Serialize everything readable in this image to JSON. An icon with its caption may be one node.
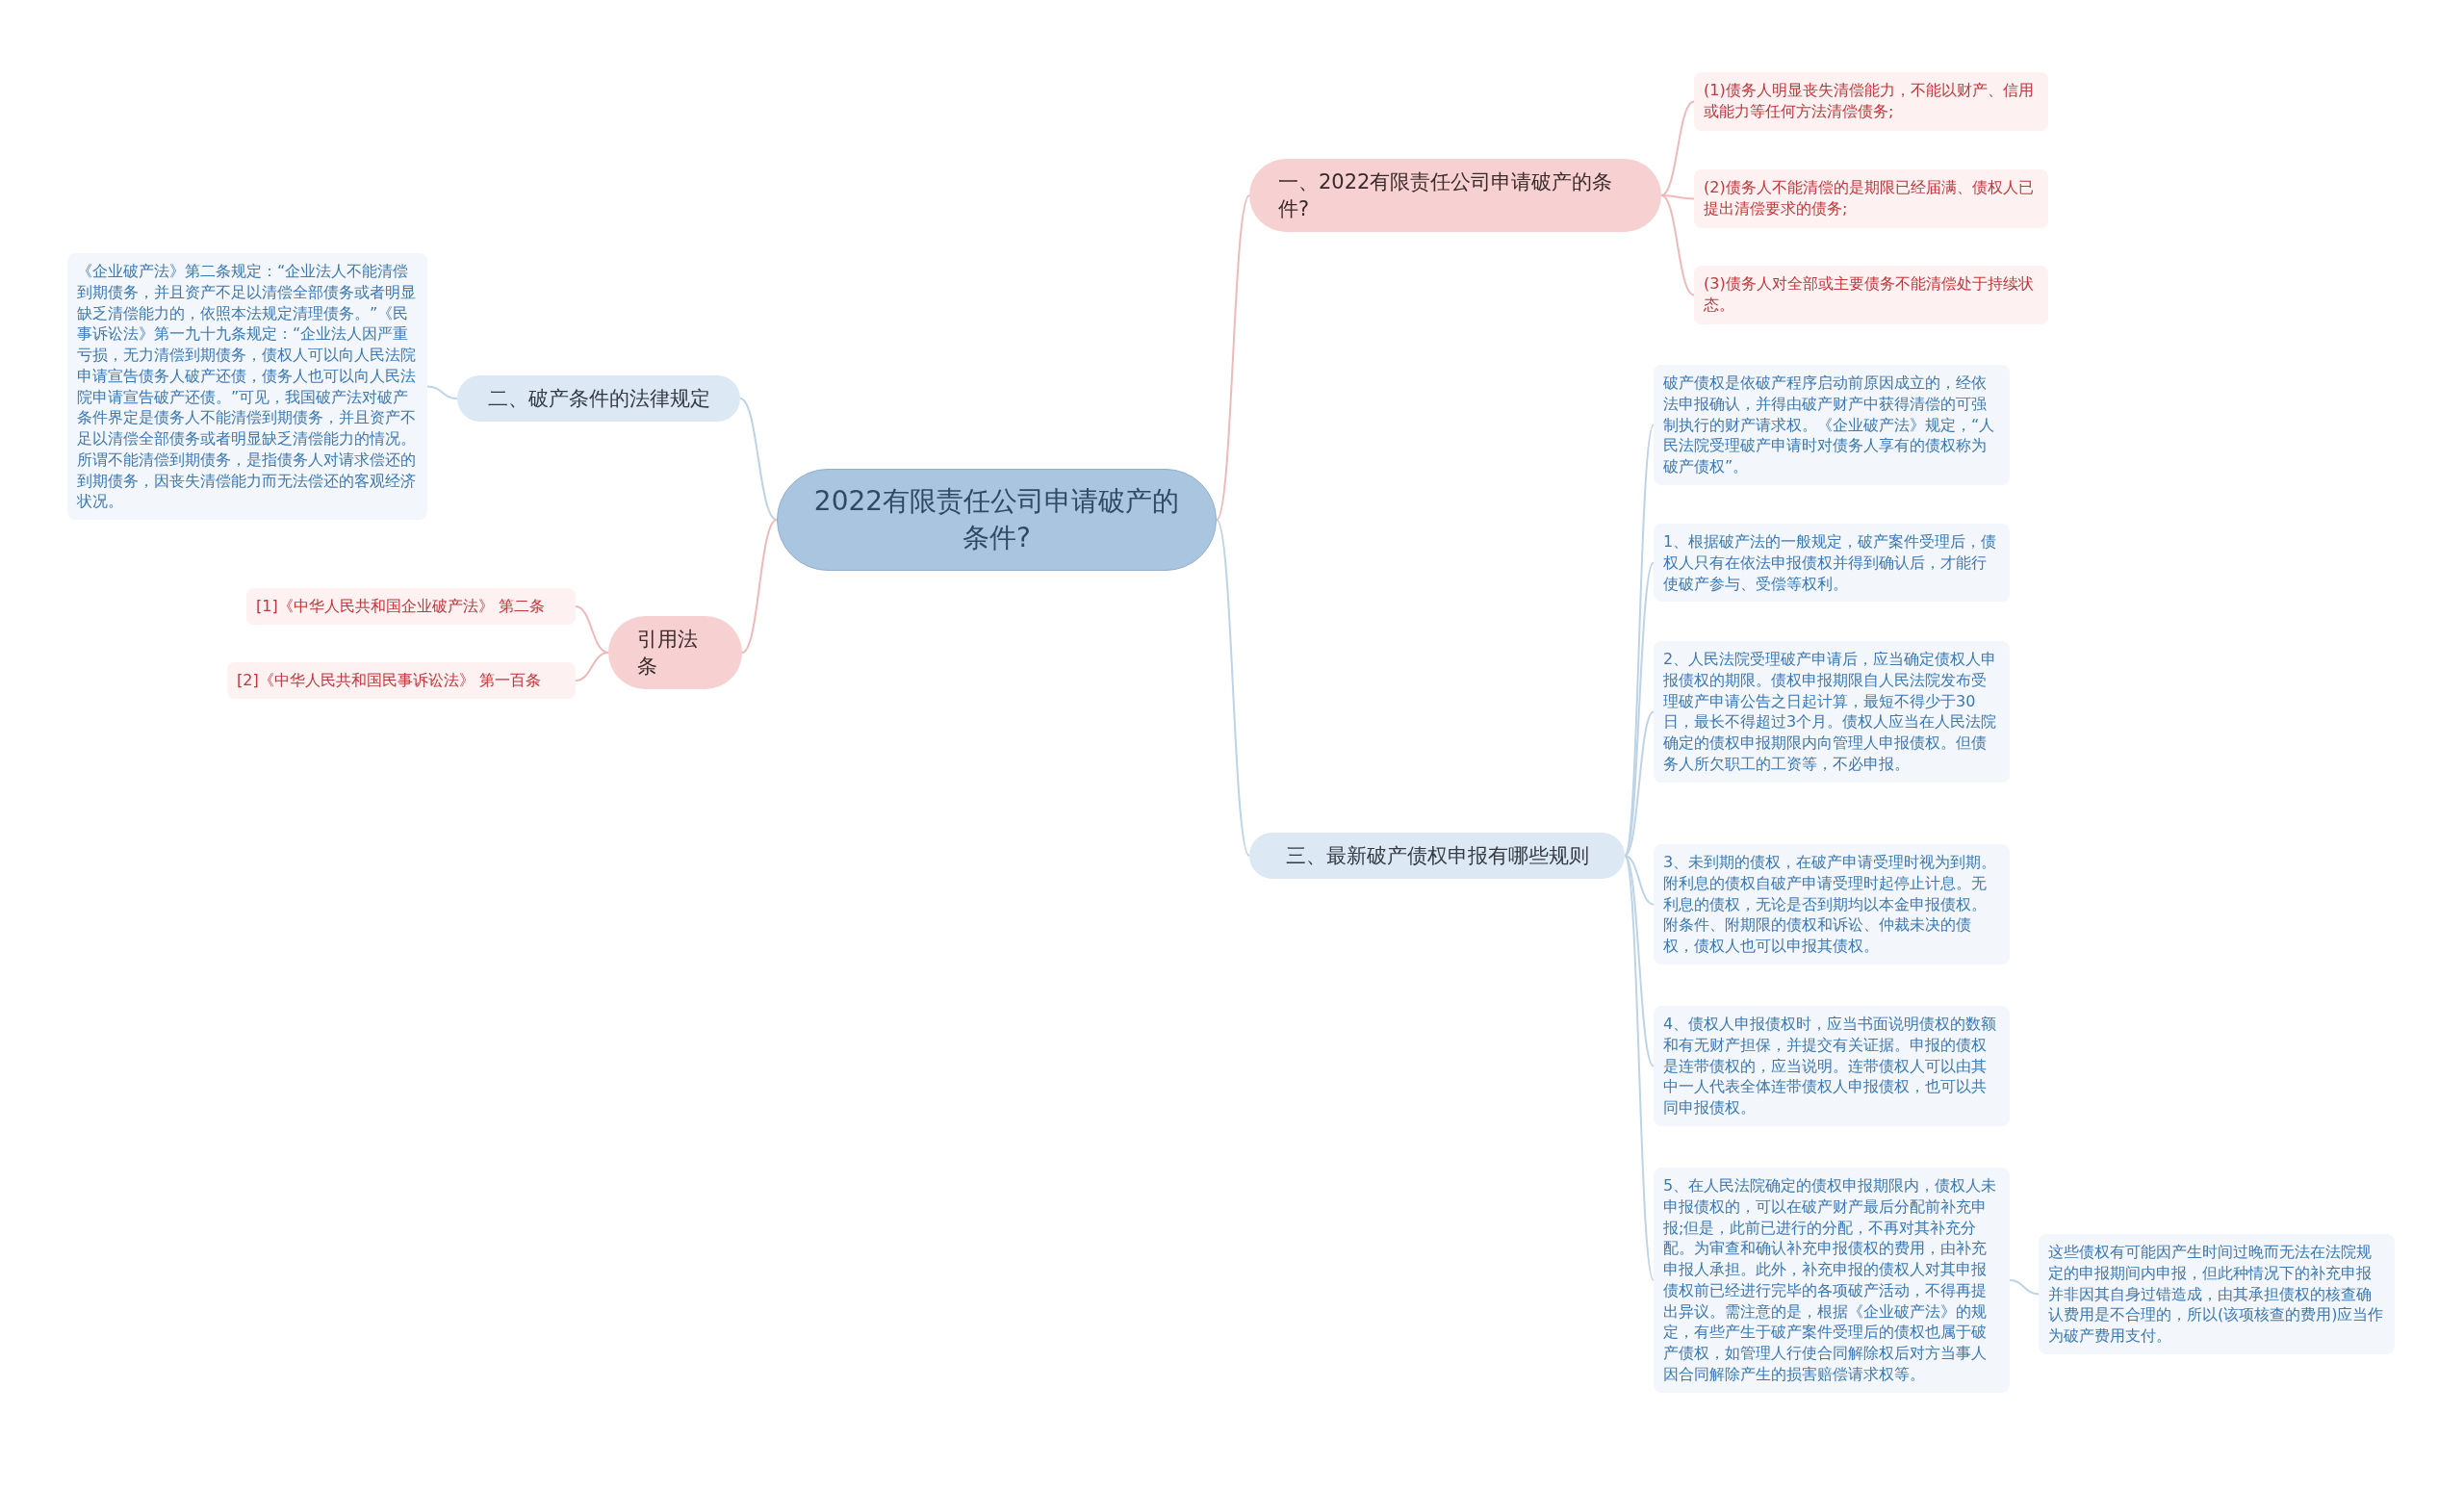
{
  "diagram": {
    "nodes": [
      {
        "text": [
          "2022有限责任公司申请破产的条件?"
        ]
      },
      {
        "text": [
          "一、2022有限责任公司申请破产的条件?"
        ]
      },
      {
        "text": [
          "(1)债务人明显丧失清偿能力，不能以财产、信用或能力等任何方法清偿债务;"
        ]
      },
      {
        "text": [
          "(2)债务人不能清偿的是期限已经届满、债权人已提出清偿要求的债务;"
        ]
      },
      {
        "text": [
          "(3)债务人对全部或主要债务不能清偿处于持续状态。"
        ]
      },
      {
        "text": [
          "二、破产条件的法律规定"
        ]
      },
      {
        "text": [
          "《企业破产法》第二条规定：“企业法人不能清偿到期债务，并且资产不足以清偿全部债务或者明显缺乏清偿能力的，依照本法规定清理债务。”《民事诉讼法》第一九十九条规定：“企业法人因严重亏损，无力清偿到期债务，债权人可以向人民法院申请宣告债务人破产还债，债务人也可以向人民法院申请宣告破产还债。”可见，我国破产法对破产条件界定是债务人不能清偿到期债务，并且资产不足以清偿全部债务或者明显缺乏清偿能力的情况。所谓不能清偿到期债务，是指债务人对请求偿还的到期债务，因丧失清偿能力而无法偿还的客观经济状况。"
        ]
      },
      {
        "text": [
          "引用法条"
        ]
      },
      {
        "text": [
          "[1]《中华人民共和国企业破产法》 第二条"
        ]
      },
      {
        "text": [
          "[2]《中华人民共和国民事诉讼法》 第一百条"
        ]
      },
      {
        "text": [
          "三、最新破产债权申报有哪些规则"
        ]
      },
      {
        "text": [
          "破产债权是依破产程序启动前原因成立的，经依法申报确认，并得由破产财产中获得清偿的可强制执行的财产请求权。《企业破产法》规定，“人民法院受理破产申请时对债务人享有的债权称为破产债权”。"
        ]
      },
      {
        "text": [
          "1、根据破产法的一般规定，破产案件受理后，债权人只有在依法申报债权并得到确认后，才能行使破产参与、受偿等权利。"
        ]
      },
      {
        "text": [
          "2、人民法院受理破产申请后，应当确定债权人申报债权的期限。债权申报期限自人民法院发布受理破产申请公告之日起计算，最短不得少于30日，最长不得超过3个月。债权人应当在人民法院确定的债权申报期限内向管理人申报债权。但债务人所欠职工的工资等，不必申报。"
        ]
      },
      {
        "text": [
          "3、未到期的债权，在破产申请受理时视为到期。附利息的债权自破产申请受理时起停止计息。无利息的债权，无论是否到期均以本金申报债权。附条件、附期限的债权和诉讼、仲裁未决的债权，债权人也可以申报其债权。"
        ]
      },
      {
        "text": [
          "4、债权人申报债权时，应当书面说明债权的数额和有无财产担保，并提交有关证据。申报的债权是连带债权的，应当说明。连带债权人可以由其中一人代表全体连带债权人申报债权，也可以共同申报债权。"
        ]
      },
      {
        "text": [
          "5、在人民法院确定的债权申报期限内，债权人未申报债权的，可以在破产财产最后分配前补充申报;但是，此前已进行的分配，不再对其补充分配。为审查和确认补充申报债权的费用，由补充申报人承担。此外，补充申报的债权人对其申报债权前已经进行完毕的各项破产活动，不得再提出异议。需注意的是，根据《企业破产法》的规定，有些产生于破产案件受理后的债权也属于破产债权，如管理人行使合同解除权后对方当事人因合同解除产生的损害赔偿请求权等。"
        ]
      },
      {
        "text": [
          "这些债权有可能因产生时间过晚而无法在法院规定的申报期间内申报，但此种情况下的补充申报并非因其自身过错造成，由其承担债权的核查确认费用是不合理的，所以(该项核查的费用)应当作为破产费用支付。"
        ]
      }
    ],
    "edges": [
      {
        "from": 0,
        "to": 1,
        "arrow": "none",
        "color": "#f0b9b9"
      },
      {
        "from": 1,
        "to": 2,
        "arrow": "none",
        "color": "#f0b9b9"
      },
      {
        "from": 1,
        "to": 3,
        "arrow": "none",
        "color": "#f0b9b9"
      },
      {
        "from": 1,
        "to": 4,
        "arrow": "none",
        "color": "#f0b9b9"
      },
      {
        "from": 0,
        "to": 5,
        "arrow": "none"
      },
      {
        "from": 5,
        "to": 6,
        "arrow": "none"
      },
      {
        "from": 0,
        "to": 7,
        "arrow": "none",
        "color": "#f0b9b9"
      },
      {
        "from": 7,
        "to": 8,
        "arrow": "none",
        "color": "#f0b9b9"
      },
      {
        "from": 7,
        "to": 9,
        "arrow": "none",
        "color": "#f0b9b9"
      },
      {
        "from": 0,
        "to": 10,
        "arrow": "none"
      },
      {
        "from": 10,
        "to": 11,
        "arrow": "none"
      },
      {
        "from": 10,
        "to": 12,
        "arrow": "none"
      },
      {
        "from": 10,
        "to": 13,
        "arrow": "none"
      },
      {
        "from": 10,
        "to": 14,
        "arrow": "none"
      },
      {
        "from": 10,
        "to": 15,
        "arrow": "none"
      },
      {
        "from": 10,
        "to": 16,
        "arrow": "none"
      },
      {
        "from": 16,
        "to": 17,
        "arrow": "none"
      }
    ]
  }
}
